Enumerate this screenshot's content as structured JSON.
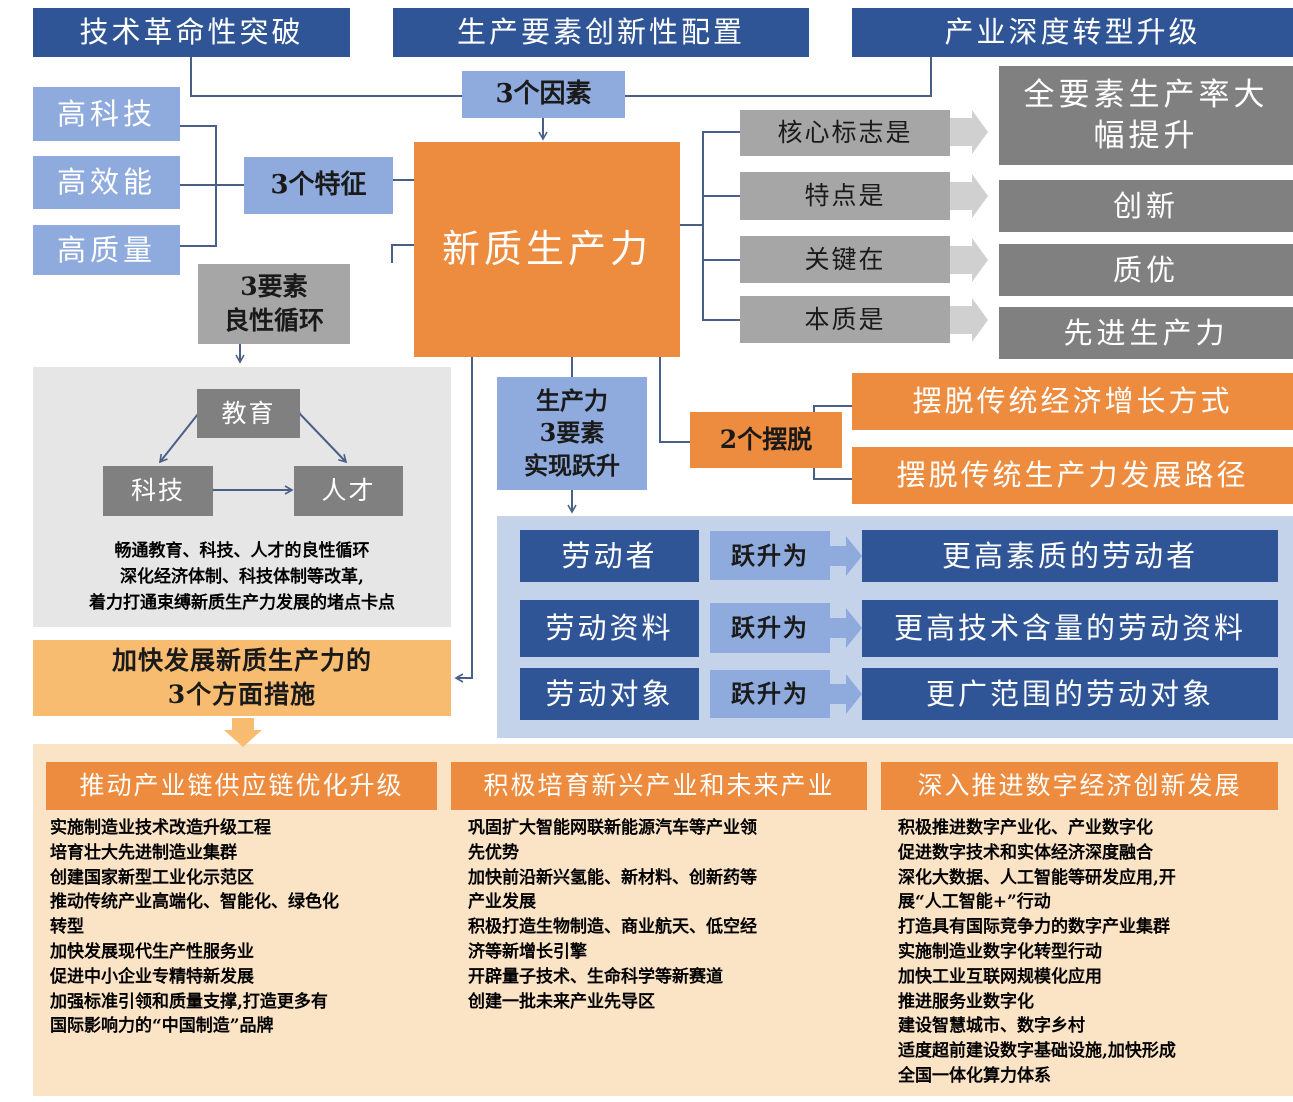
{
  "top_factors": [
    "技术革命性突破",
    "生产要素创新性配置",
    "产业深度转型升级"
  ],
  "three_factors_label": "3个因素",
  "characteristics": [
    "高科技",
    "高效能",
    "高质量"
  ],
  "three_features_label": "3个特征",
  "center_label": "新质生产力",
  "attributes": [
    {
      "label": "核心标志是",
      "value": "全要素生产率大幅提升"
    },
    {
      "label": "特点是",
      "value": "创新"
    },
    {
      "label": "关键在",
      "value": "质优"
    },
    {
      "label": "本质是",
      "value": "先进生产力"
    }
  ],
  "cycle_label": "3要素\n良性循环",
  "cycle": {
    "top": "教育",
    "left": "科技",
    "right": "人才",
    "note": [
      "畅通教育、科技、人才的良性循环",
      "深化经济体制、科技体制等改革,",
      "着力打通束缚新质生产力发展的堵点卡点"
    ]
  },
  "leap_label": "生产力\n3要素\n实现跃升",
  "two_breakaways": {
    "label": "2个摆脱",
    "items": [
      "摆脱传统经济增长方式",
      "摆脱传统生产力发展路径"
    ]
  },
  "leaps": [
    {
      "from": "劳动者",
      "verb": "跃升为",
      "to": "更高素质的劳动者"
    },
    {
      "from": "劳动资料",
      "verb": "跃升为",
      "to": "更高技术含量的劳动资料"
    },
    {
      "from": "劳动对象",
      "verb": "跃升为",
      "to": "更广范围的劳动对象"
    }
  ],
  "measures_title": "加快发展新质生产力的\n3个方面措施",
  "measures": [
    {
      "title": "推动产业链供应链优化升级",
      "lines": [
        "实施制造业技术改造升级工程",
        "培育壮大先进制造业集群",
        "创建国家新型工业化示范区",
        "推动传统产业高端化、智能化、绿色化",
        "转型",
        "加快发展现代生产性服务业",
        "促进中小企业专精特新发展",
        "加强标准引领和质量支撑,打造更多有",
        "国际影响力的“中国制造”品牌"
      ]
    },
    {
      "title": "积极培育新兴产业和未来产业",
      "lines": [
        "巩固扩大智能网联新能源汽车等产业领",
        "先优势",
        "加快前沿新兴氢能、新材料、创新药等",
        "产业发展",
        "积极打造生物制造、商业航天、低空经",
        "济等新增长引擎",
        "开辟量子技术、生命科学等新赛道",
        "创建一批未来产业先导区"
      ]
    },
    {
      "title": "深入推进数字经济创新发展",
      "lines": [
        "积极推进数字产业化、产业数字化",
        "促进数字技术和实体经济深度融合",
        "深化大数据、人工智能等研发应用,开",
        "展“人工智能+”行动",
        "打造具有国际竞争力的数字产业集群",
        "实施制造业数字化转型行动",
        "加快工业互联网规模化应用",
        "推进服务业数字化",
        "建设智慧城市、数字乡村",
        "适度超前建设数字基础设施,加快形成",
        "全国一体化算力体系"
      ]
    }
  ],
  "colors": {
    "navy": "#2f5597",
    "light_blue": "#8faadc",
    "gray": "#a6a6a6",
    "dark_gray": "#808080",
    "orange": "#ed8b3e",
    "light_orange": "#f8bc70",
    "panel_blue": "#c5d3ea",
    "panel_peach": "#fbe3c5",
    "panel_gray": "#e7e6e6"
  }
}
